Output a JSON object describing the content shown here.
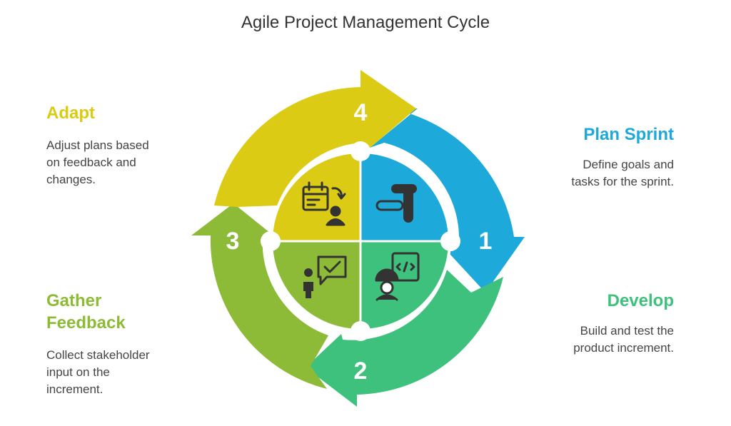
{
  "title": "Agile Project Management Cycle",
  "colors": {
    "adapt": "#DCCB14",
    "plan": "#1EA9DB",
    "develop": "#3EC17C",
    "feedback": "#8DBB37",
    "icon": "#333333"
  },
  "steps": [
    {
      "number": "1",
      "title": "Plan Sprint",
      "description": [
        "Define goals and",
        "tasks for the sprint."
      ],
      "icon": "kanban-board-icon"
    },
    {
      "number": "2",
      "title": "Develop",
      "description": [
        "Build and test the",
        "product increment."
      ],
      "icon": "developer-code-icon"
    },
    {
      "number": "3",
      "title": [
        "Gather",
        "Feedback"
      ],
      "description": [
        "Collect stakeholder",
        "input on the",
        "increment."
      ],
      "icon": "feedback-chat-icon"
    },
    {
      "number": "4",
      "title": "Adapt",
      "description": [
        "Adjust plans based",
        "on feedback and",
        "changes."
      ],
      "icon": "adjust-plan-icon"
    }
  ]
}
